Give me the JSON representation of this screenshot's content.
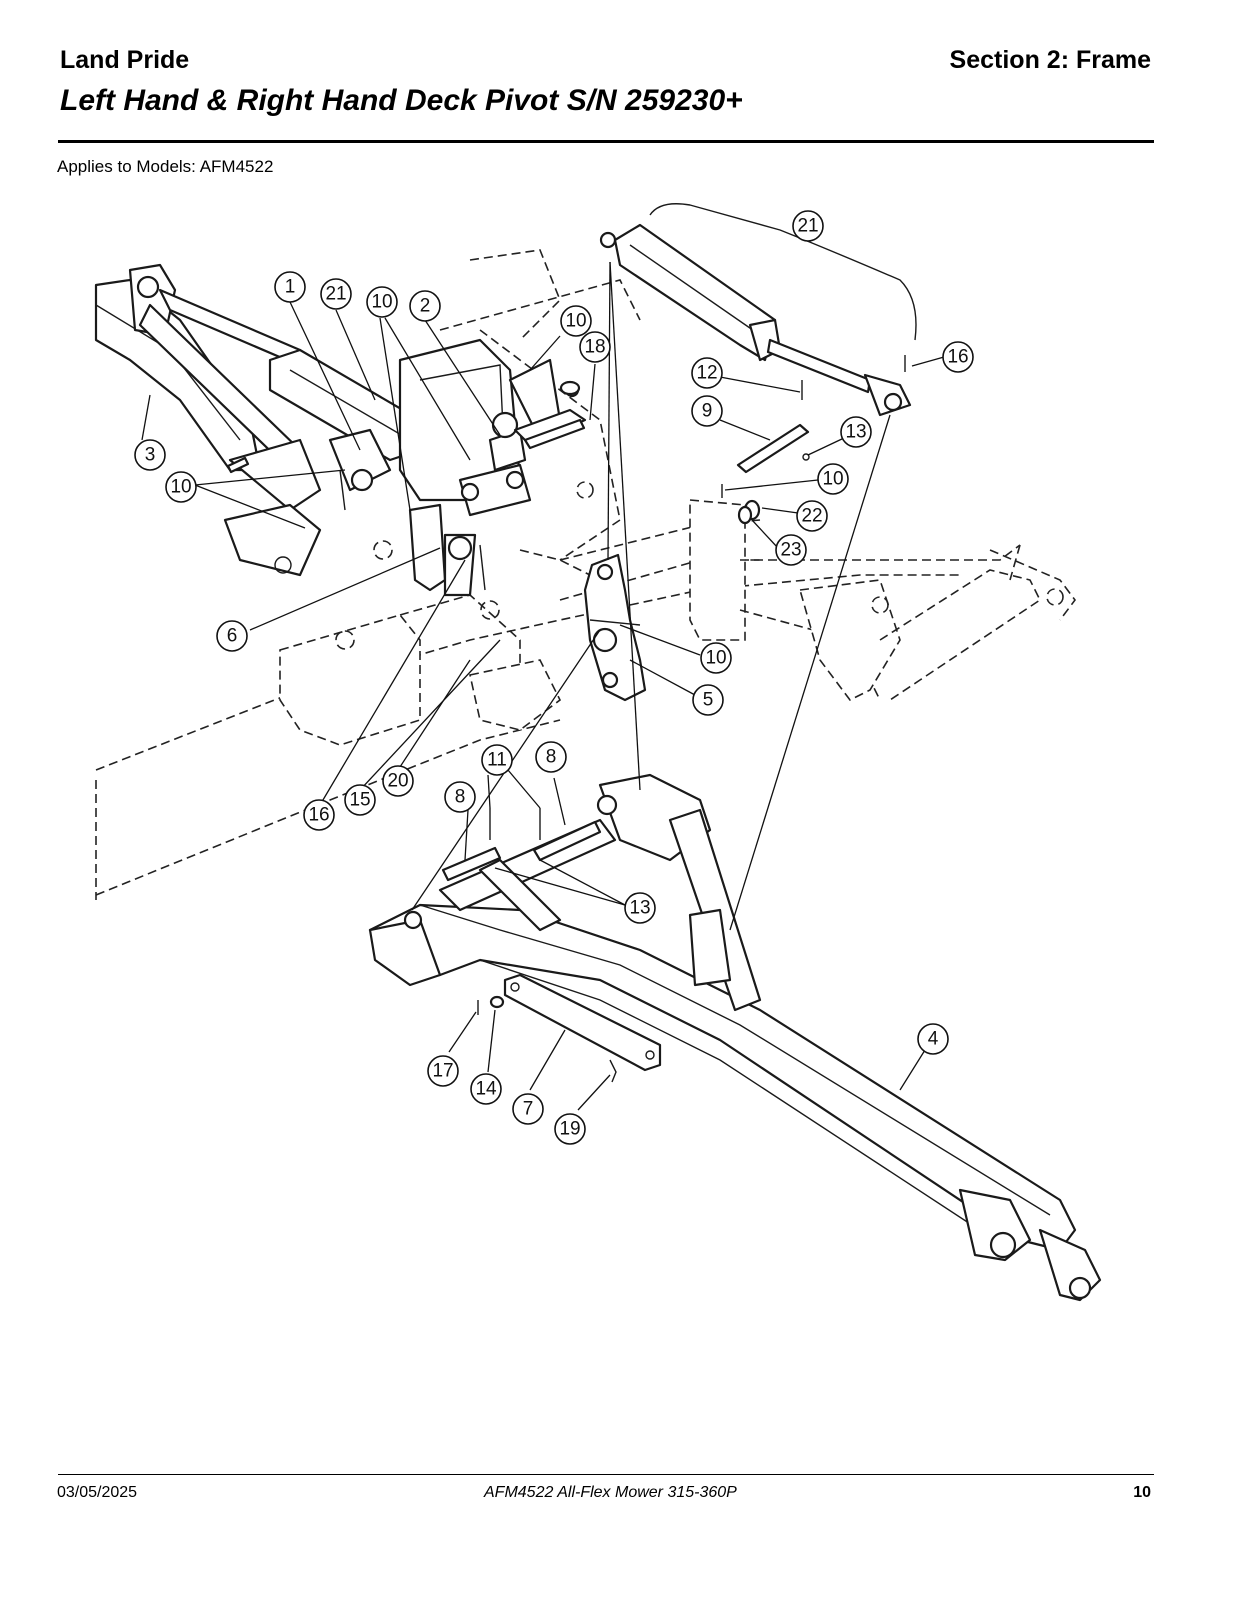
{
  "header": {
    "brand": "Land Pride",
    "section": "Section 2: Frame",
    "title": "Left Hand & Right Hand Deck Pivot S/N 259230+",
    "applies_to": "Applies to Models: AFM4522"
  },
  "footer": {
    "date": "03/05/2025",
    "model": "AFM4522  All-Flex Mower  315-360P",
    "page": "10"
  },
  "callouts": [
    "1",
    "21",
    "10",
    "2",
    "10",
    "18",
    "21",
    "16",
    "12",
    "9",
    "13",
    "10",
    "22",
    "23",
    "3",
    "10",
    "6",
    "10",
    "5",
    "16",
    "15",
    "20",
    "11",
    "8",
    "8",
    "13",
    "4",
    "17",
    "14",
    "7",
    "19"
  ]
}
